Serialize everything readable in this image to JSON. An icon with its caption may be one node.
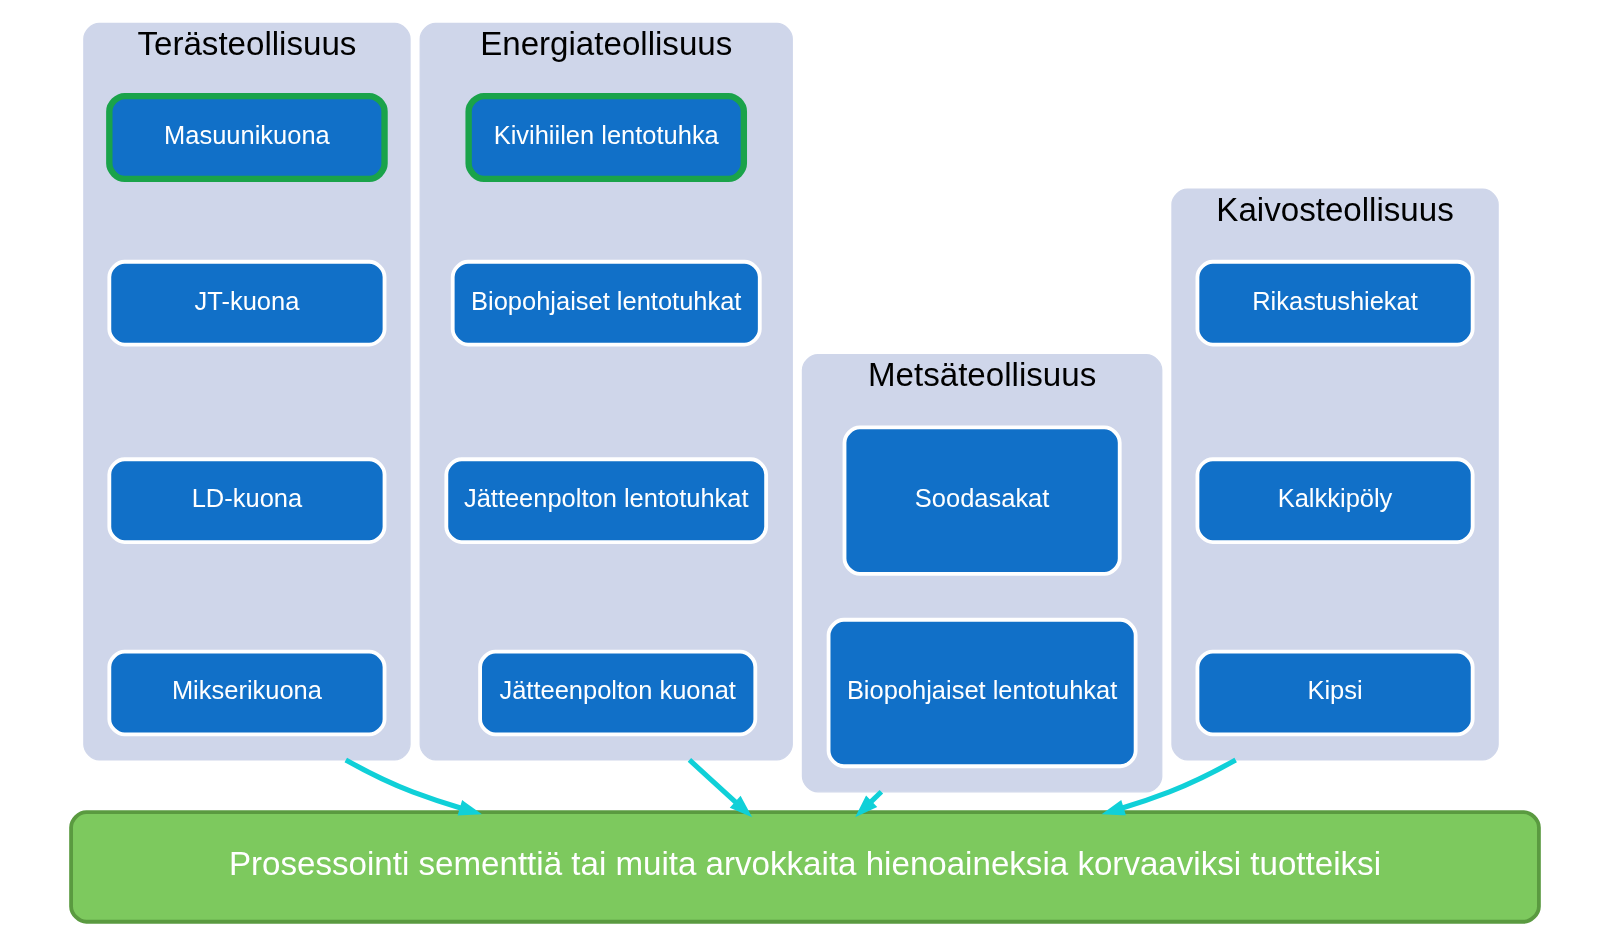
{
  "diagram": {
    "nodes": [
      {
        "text": [
          "Terästeollisuus"
        ]
      },
      {
        "text": [
          "Masuunikuona"
        ],
        "in": 0
      },
      {
        "text": [
          "JT-kuona"
        ],
        "in": 0
      },
      {
        "text": [
          "LD-kuona"
        ],
        "in": 0
      },
      {
        "text": [
          "Mikserikuona"
        ],
        "in": 0
      },
      {
        "text": [
          "Energiateollisuus"
        ]
      },
      {
        "text": [
          "Kivihiilen lentotuhka"
        ],
        "in": 5
      },
      {
        "text": [
          "Biopohjaiset lentotuhkat"
        ],
        "in": 5
      },
      {
        "text": [
          "Jätteenpolton lentotuhkat"
        ],
        "in": 5
      },
      {
        "text": [
          "Jätteenpolton kuonat"
        ],
        "in": 5
      },
      {
        "text": [
          "Metsäteollisuus"
        ]
      },
      {
        "text": [
          "Soodasakat"
        ],
        "in": 10
      },
      {
        "text": [
          "Biopohjaiset lentotuhkat"
        ],
        "in": 10
      },
      {
        "text": [
          "Kaivosteollisuus"
        ]
      },
      {
        "text": [
          "Rikastushiekat"
        ],
        "in": 13
      },
      {
        "text": [
          "Kalkkipöly"
        ],
        "in": 13
      },
      {
        "text": [
          "Kipsi"
        ],
        "in": 13
      },
      {
        "text": [
          "Prosessointi sementtiä tai muita arvokkaita hienoaineksia korvaaviksi tuotteiksi"
        ]
      }
    ],
    "edges": [
      {
        "from": 0,
        "to": 17,
        "arrow": "to"
      },
      {
        "from": 5,
        "to": 17,
        "arrow": "to"
      },
      {
        "from": 10,
        "to": 17,
        "arrow": "to"
      },
      {
        "from": 13,
        "to": 17,
        "arrow": "to"
      }
    ]
  }
}
